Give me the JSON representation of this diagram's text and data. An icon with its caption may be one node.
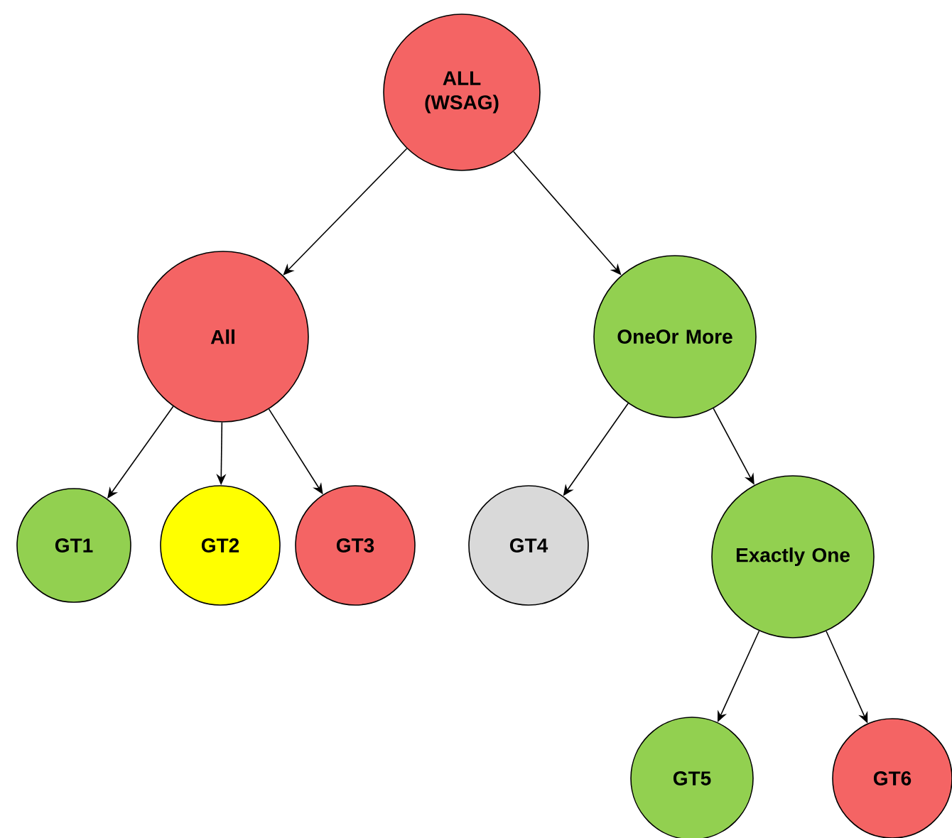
{
  "diagram": {
    "nodes": [
      {
        "text": [
          "ALL (WSAG)"
        ]
      },
      {
        "text": [
          "All"
        ]
      },
      {
        "text": [
          "OneOr More"
        ]
      },
      {
        "text": [
          "GT1"
        ]
      },
      {
        "text": [
          "GT2"
        ]
      },
      {
        "text": [
          "GT3"
        ]
      },
      {
        "text": [
          "GT4"
        ]
      },
      {
        "text": [
          "Exactly One"
        ]
      },
      {
        "text": [
          "GT5"
        ]
      },
      {
        "text": [
          "GT6"
        ]
      }
    ],
    "edges": [
      {
        "from": 0,
        "to": 1,
        "arrow": "to"
      },
      {
        "from": 0,
        "to": 2,
        "arrow": "to"
      },
      {
        "from": 1,
        "to": 3,
        "arrow": "to"
      },
      {
        "from": 1,
        "to": 4,
        "arrow": "to"
      },
      {
        "from": 1,
        "to": 5,
        "arrow": "to"
      },
      {
        "from": 2,
        "to": 6,
        "arrow": "to"
      },
      {
        "from": 2,
        "to": 7,
        "arrow": "to"
      },
      {
        "from": 7,
        "to": 8,
        "arrow": "to"
      },
      {
        "from": 7,
        "to": 9,
        "arrow": "to"
      }
    ]
  }
}
